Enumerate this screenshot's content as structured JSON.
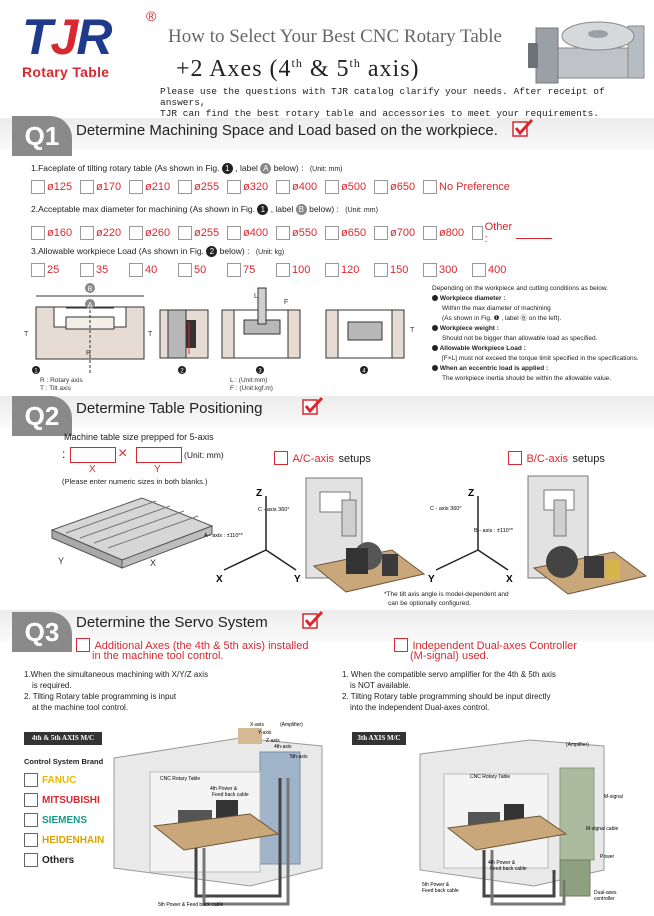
{
  "header": {
    "logo_text": "TJR",
    "logo_reg": "®",
    "logo_sub": "Rotary Table",
    "title": "How to Select Your Best CNC Rotary Table",
    "subtitle": "+2 Axes (4th & 5th axis)",
    "subtitle_main": "+2 Axes (4",
    "subtitle_sup1": "th",
    "subtitle_mid": " & 5",
    "subtitle_sup2": "th",
    "subtitle_end": " axis)",
    "desc_line1": "Please use the questions with TJR catalog clarify your needs. After receipt of answers,",
    "desc_line2": "TJR can find the best rotary table and accessories to meet your requirements."
  },
  "q1": {
    "tag": "Q1",
    "title": "Determine Machining Space and Load based on the workpiece.",
    "item1": {
      "label": "1.Faceplate of tilting rotary table (As shown in Fig.",
      "fig": "1",
      "mid": ", label",
      "marker": "A",
      "end": "below) :",
      "unit": "(Unit: mm)",
      "options": [
        "ø125",
        "ø170",
        "ø210",
        "ø255",
        "ø320",
        "ø400",
        "ø500",
        "ø650",
        "No Preference"
      ]
    },
    "item2": {
      "label": "2.Acceptable max diameter for machining (As shown in Fig.",
      "fig": "1",
      "mid": ", label",
      "marker": "B",
      "end": "below) :",
      "unit": "(Unit: mm)",
      "options": [
        "ø160",
        "ø220",
        "ø260",
        "ø255",
        "ø400",
        "ø550",
        "ø650",
        "ø700",
        "ø800",
        "Other :"
      ]
    },
    "item3": {
      "label": "3.Allowable workpiece Load (As shown in Fig.",
      "fig": "2",
      "end": "below) :",
      "unit": "(Unit: kg)",
      "options": [
        "25",
        "35",
        "40",
        "50",
        "75",
        "100",
        "120",
        "150",
        "300",
        "400"
      ]
    },
    "fig_numbers": [
      "1",
      "2",
      "3",
      "4"
    ],
    "fig_label_A": "A",
    "fig_label_B": "B",
    "fig_label_R": "R",
    "fig_label_T": "T",
    "fig_label_L": "L",
    "fig_label_F": "F",
    "legend1": "R : Rotary axis",
    "legend2": "T : Tilt axis",
    "legend3": "L : (Unit:mm)",
    "legend4": "F : (Unit:kgf.m)",
    "notes": {
      "intro": "Depending on the workpiece and cutting conditions as below.",
      "n1_title": "Workpiece diameter :",
      "n1_a": "Within the max diameter of machining",
      "n1_b": "(As shown in Fig.",
      "n1_c": ", label",
      "n1_d": "on the left).",
      "n2_title": "Workpiece weight :",
      "n2_a": "Should not be bigger than allowable load as specified.",
      "n3_title": "Allowable Workpiece Load :",
      "n3_a": "[F×L] must not exceed the torque limit specified in the specifications.",
      "n4_title": "When an eccentric load is applied :",
      "n4_a": "The workpiece inertia should be within the allowable value."
    }
  },
  "q2": {
    "tag": "Q2",
    "title": "Determine Table Positioning",
    "size_label": "Machine table size prepped for 5-axis",
    "colon": ":",
    "times": "×",
    "unit": "(Unit: mm)",
    "x_label": "X",
    "y_label": "Y",
    "hint": "(Please enter numeric sizes in both blanks.)",
    "ac_option": "A/C-axis",
    "ac_suffix": "setups",
    "bc_option": "B/C-axis",
    "bc_suffix": "setups",
    "ac_c_axis": "C - axis 360°",
    "ac_a_axis": "A - axis : ±110°*",
    "bc_c_axis": "C - axis 360°",
    "bc_b_axis": "B - axis : ±110°*",
    "axis_z": "Z",
    "axis_x": "X",
    "axis_y": "Y",
    "footnote_a": "*The tilt axis angle is model-dependent and",
    "footnote_b": "can be optionally configured."
  },
  "q3": {
    "tag": "Q3",
    "title": "Determine the Servo System",
    "left_option_a": "Additional Axes (the 4th & 5th axis) installed",
    "left_option_b": "in the machine tool control.",
    "left_text1a": "1.When the simultaneous machining with X/Y/Z axis",
    "left_text1b": "is required.",
    "left_text2a": "2. Tilting Rotary table programming is input",
    "left_text2b": "at the machine tool control.",
    "right_option_a": "Independent Dual-axes Controller",
    "right_option_b": "(M-signal) used.",
    "right_text1a": "1. When the compatible servo amplifier for the 4th & 5th axis",
    "right_text1b": "is NOT available.",
    "right_text2a": "2. Tilting Rotary table programming should be input directly",
    "right_text2b": "into the independent Dual-axes control.",
    "left_badge": "4th & 5th AXIS M/C",
    "right_badge": "3th AXIS M/C",
    "brand_title": "Control System Brand",
    "brands": [
      "FANUC",
      "MITSUBISHI",
      "SIEMENS",
      "HEIDENHAIN",
      "Others"
    ],
    "brand_colors": [
      "#e8b800",
      "#d9282f",
      "#159a8a",
      "#d9a400",
      "#222222"
    ],
    "left_labels": {
      "x": "X-axis",
      "y": "Y-axis",
      "z": "Z-axis",
      "a4": "4th-axis",
      "a5": "5th-axis",
      "amp": "(Amplifier)",
      "cnc": "CNC Rotary Table",
      "p4": "4th Power &",
      "p4b": "Feed back cable",
      "p5": "5th Power & Feed back cable"
    },
    "right_labels": {
      "amp": "(Amplifier)",
      "cnc": "CNC Rotary Table",
      "msig": "M-signal",
      "msigc": "M-signal cable",
      "power": "Power",
      "p4": "4th Power &",
      "p4b": "Feed back cable",
      "p5": "5th Power &",
      "p5b": "Feed back cable",
      "dual": "Dual-axes",
      "dualb": "controller"
    }
  }
}
